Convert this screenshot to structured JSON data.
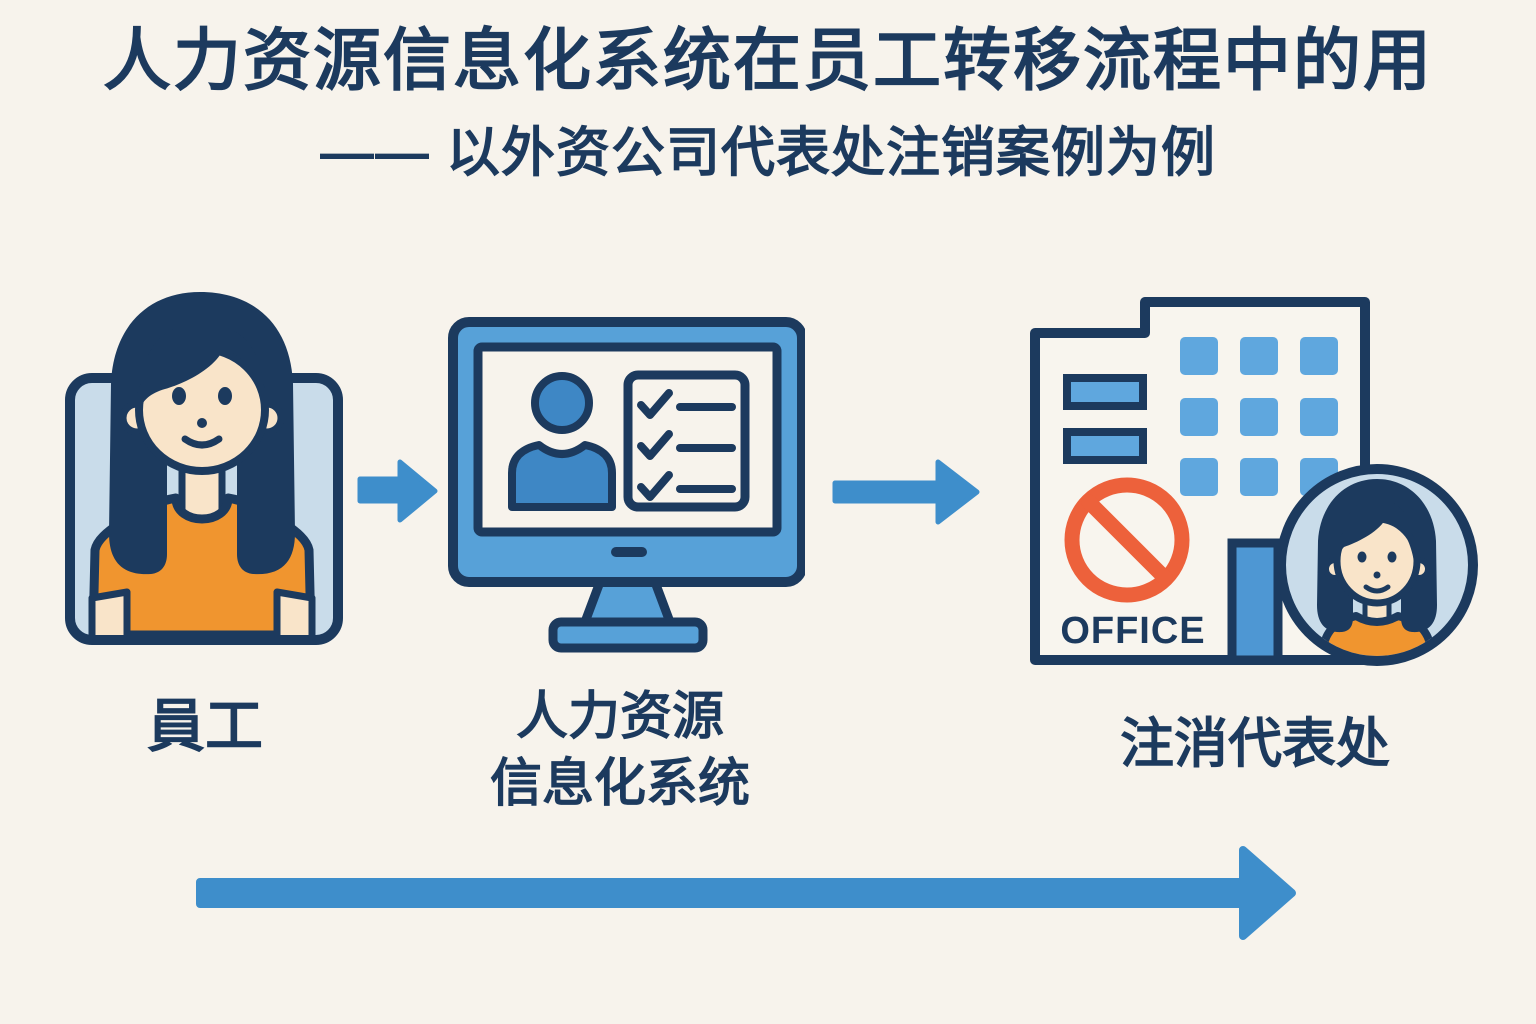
{
  "header": {
    "title": "人力资源信息化系统在员工转移流程中的用",
    "subtitle": "—— 以外资公司代表处注销案例为例"
  },
  "flow": {
    "steps": [
      {
        "icon": "employee-portrait-icon",
        "label": "員工"
      },
      {
        "icon": "hr-system-monitor-icon",
        "label": "人力资源\n信息化系统"
      },
      {
        "icon": "deregistered-office-icon",
        "label": "注消代表处",
        "building_sign": "OFFICE"
      }
    ],
    "connector_icon": "arrow-right-icon",
    "timeline_icon": "process-flow-arrow-icon"
  },
  "colors": {
    "background": "#F7F3EC",
    "text_navy": "#1C3A5E",
    "arrow_blue": "#3E8ECB",
    "panel_light_blue": "#C9DCEA",
    "monitor_blue": "#57A1D8",
    "window_blue": "#5FA7DE",
    "shirt_orange": "#F0952F",
    "prohibition_orange": "#ED613B",
    "skin": "#F9E4C9"
  }
}
